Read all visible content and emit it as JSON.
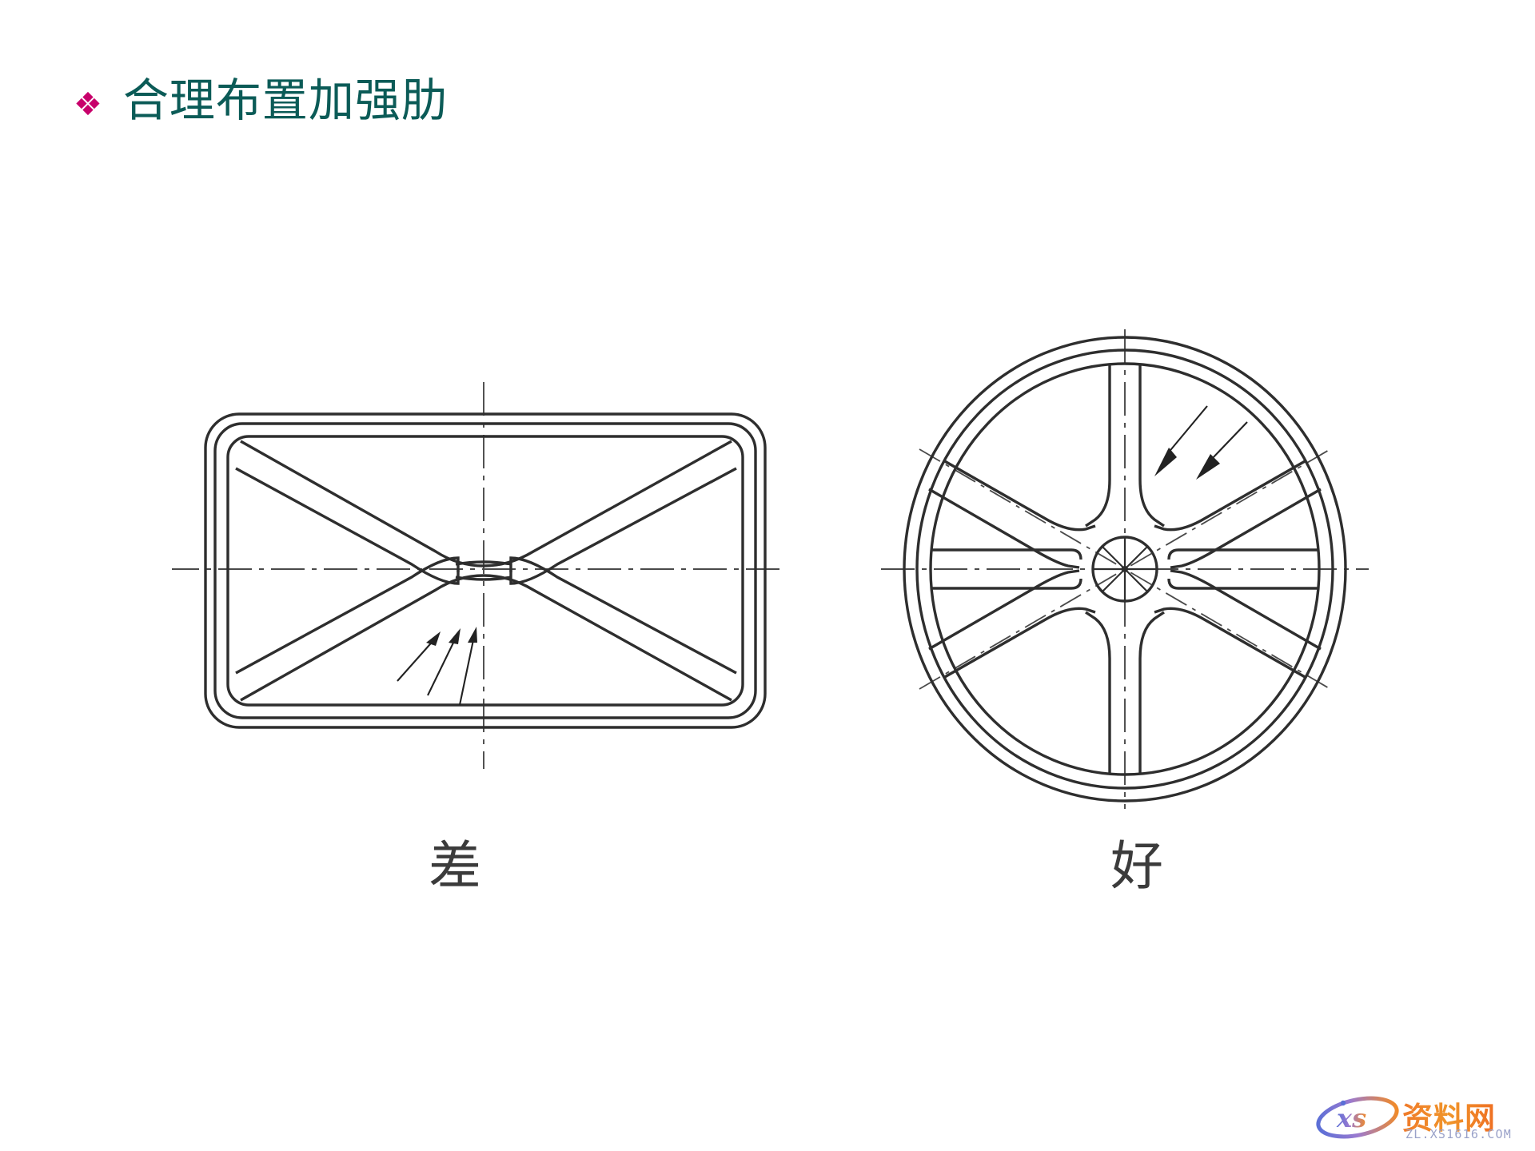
{
  "slide": {
    "background_color": "#ffffff",
    "title": {
      "bullet_glyph": "❖",
      "bullet_color": "#C8006B",
      "text": "合理布置加强肋",
      "text_color": "#0B5B57"
    }
  },
  "figures": [
    {
      "id": "poor",
      "caption": "差",
      "caption_meaning": "poor",
      "drawing_name": "rectangular-housing-with-x-ribs",
      "annotation": {
        "arrow_count": 3,
        "arrow_direction": "up-left toward rib convergence point",
        "note": "ribs converge at a single central junction"
      },
      "elements": [
        "rounded-rectangle-outer-wall",
        "rounded-rectangle-inner-wall",
        "diagonal-ribs-x-pattern",
        "horizontal-centerline",
        "vertical-centerline"
      ]
    },
    {
      "id": "good",
      "caption": "好",
      "caption_meaning": "good",
      "drawing_name": "circular-wheel-with-six-spokes",
      "annotation": {
        "arrow_count": 2,
        "arrow_direction": "down-left toward upper spoke region",
        "note": "ribs distributed radially from hub"
      },
      "elements": [
        "outer-rim-circle",
        "inner-rim-circle",
        "six-radial-spokes",
        "central-hub-circle",
        "horizontal-centerline",
        "vertical-centerline",
        "diagonal-centerlines-60deg"
      ]
    }
  ],
  "watermark": {
    "logo_text": "xs",
    "brand_cn": "资料网",
    "url": "ZL.XS1616.COM",
    "accent_color": "#ef7a22"
  }
}
